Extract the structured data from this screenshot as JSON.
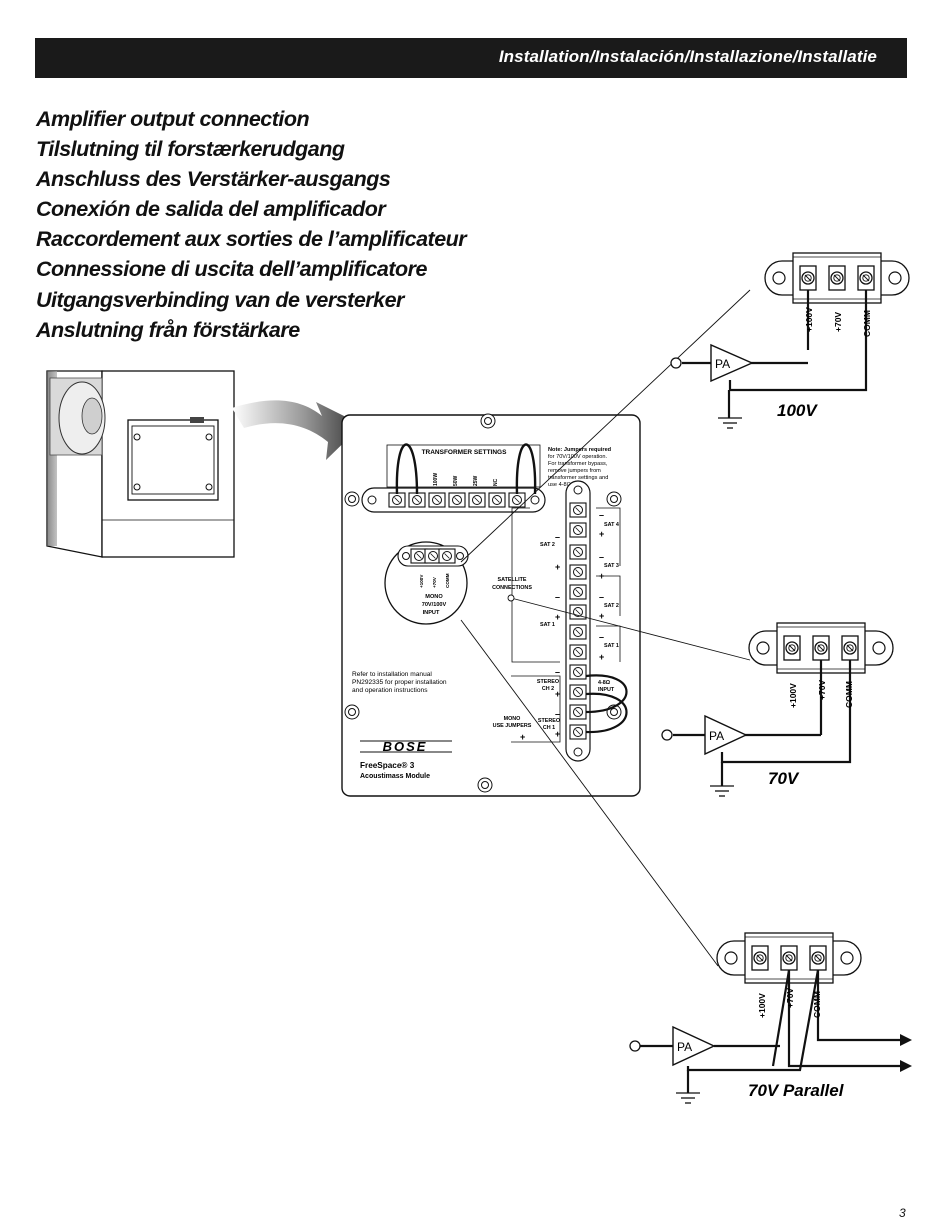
{
  "header": {
    "title": "Installation/Instalación/Installazione/Installatie"
  },
  "headings": [
    "Amplifier output connection",
    "Tilslutning til forstærkerudgang",
    "Anschluss des Verstärker-ausgangs",
    "Conexión de salida del amplificador",
    "Raccordement aux sorties de l’amplificateur",
    "Connessione di uscita dell’amplificatore",
    "Uitgangsverbinding van de versterker",
    "Anslutning från förstärkare"
  ],
  "module": {
    "transformer_settings": "TRANSFORMER SETTINGS",
    "tap_labels": [
      "100W",
      "50W",
      "25W",
      "NC"
    ],
    "note": [
      "Note: Jumpers required",
      "for 70V/100V operation.",
      "For transformer bypass,",
      "remove jumpers from",
      "transformer settings and",
      "use 4-8Ω input."
    ],
    "sat_labels": [
      "SAT 4",
      "SAT 3",
      "SAT 2",
      "SAT 1"
    ],
    "left_sat_labels": [
      "SAT 2",
      "SAT 1"
    ],
    "satellite_connections": [
      "SATELLITE",
      "CONNECTIONS"
    ],
    "mono_input": [
      "MONO",
      "70V/100V",
      "INPUT"
    ],
    "inset_terminal_labels": [
      "+100V",
      "+70V",
      "COMM"
    ],
    "stereo_ch2": [
      "STEREO",
      "CH 2"
    ],
    "stereo_ch1": [
      "STEREO",
      "CH 1"
    ],
    "mono_jumpers": [
      "MONO",
      "USE JUMPERS"
    ],
    "input_48": [
      "4-8Ω",
      "INPUT"
    ],
    "refer": [
      "Refer to installation manual",
      "PN292335 for proper installation",
      "and operation instructions"
    ],
    "brand": "BOSE",
    "product": "FreeSpace® 3",
    "model": "Acoustimass Module"
  },
  "diagrams": [
    {
      "caption": "100V",
      "amp": "PA",
      "terminals": [
        "+100V",
        "+70V",
        "COMM"
      ]
    },
    {
      "caption": "70V",
      "amp": "PA",
      "terminals": [
        "+100V",
        "+70V",
        "COMM"
      ]
    },
    {
      "caption": "70V Parallel",
      "amp": "PA",
      "terminals": [
        "+100V",
        "+70V",
        "COMM"
      ]
    }
  ],
  "page_number": "3"
}
